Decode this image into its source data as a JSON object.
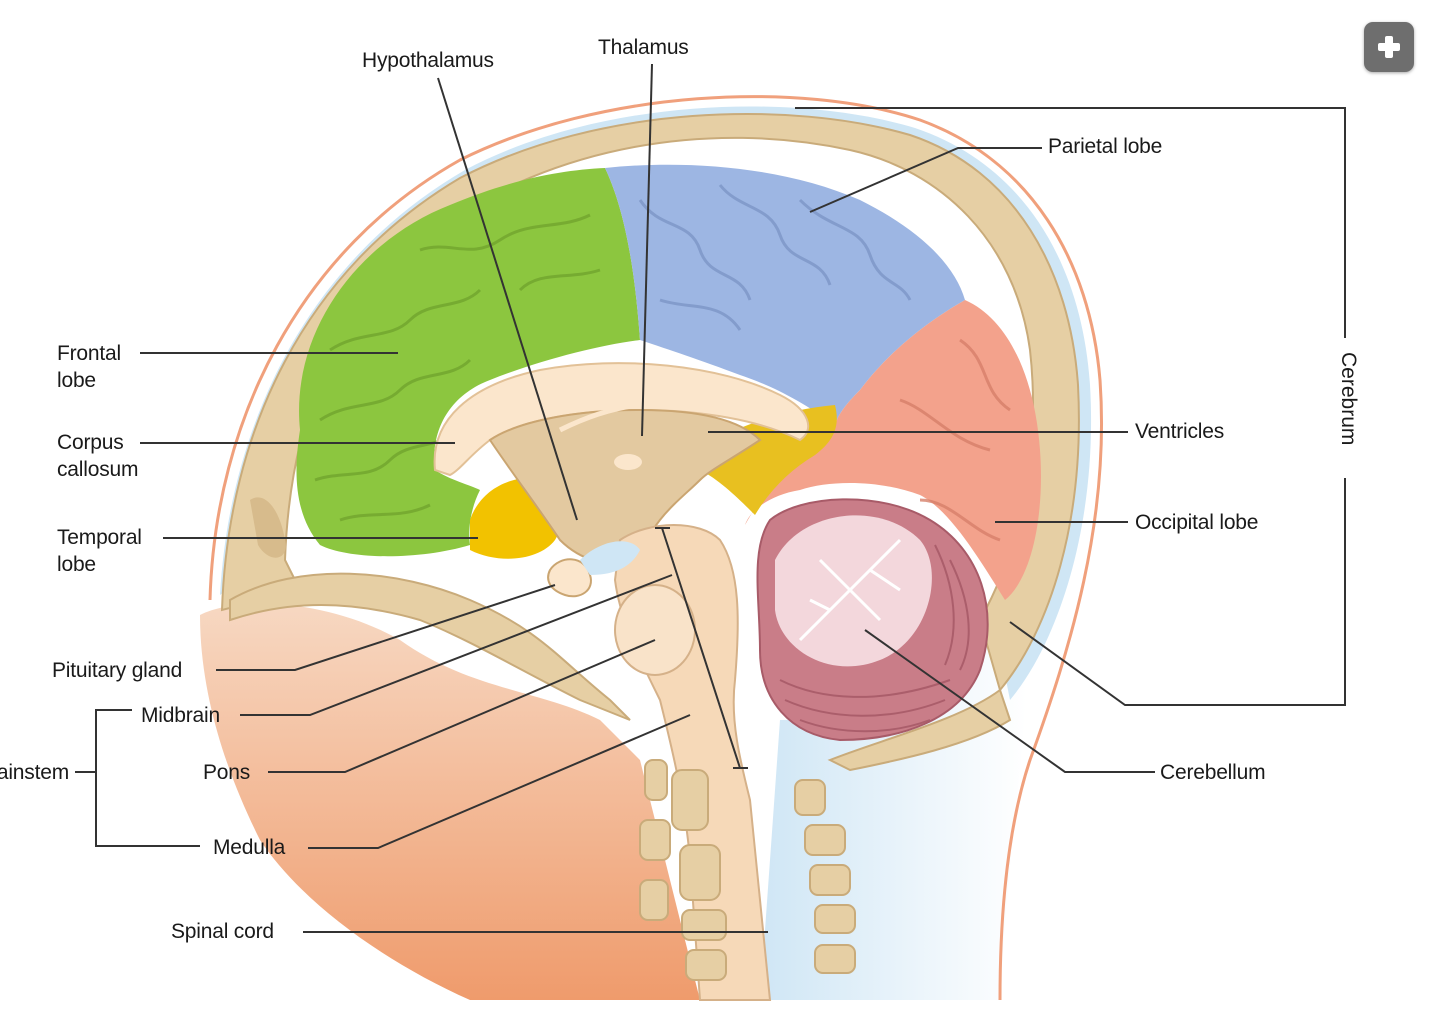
{
  "labels": {
    "hypothalamus": "Hypothalamus",
    "thalamus": "Thalamus",
    "parietal_lobe": "Parietal lobe",
    "frontal_lobe_1": "Frontal",
    "frontal_lobe_2": "lobe",
    "corpus_callosum_1": "Corpus",
    "corpus_callosum_2": "callosum",
    "temporal_lobe_1": "Temporal",
    "temporal_lobe_2": "lobe",
    "ventricles": "Ventricles",
    "occipital_lobe": "Occipital lobe",
    "cerebrum": "Cerebrum",
    "pituitary_gland": "Pituitary gland",
    "midbrain": "Midbrain",
    "brainstem": "Brainstem",
    "pons": "Pons",
    "cerebellum": "Cerebellum",
    "medulla": "Medulla",
    "spinal_cord": "Spinal cord"
  },
  "colors": {
    "frontal": "#8cc63f",
    "parietal": "#9db6e3",
    "occipital": "#f3a28c",
    "temporal": "#f2c200",
    "cerebellum": "#c97d88",
    "skull": "#e6cfa4",
    "skin": "#f4c6a5",
    "csf": "#cfe6f5",
    "brainstem": "#f6d9b8",
    "leader": "#333333"
  },
  "icons": {
    "zoom": "plus-icon"
  }
}
